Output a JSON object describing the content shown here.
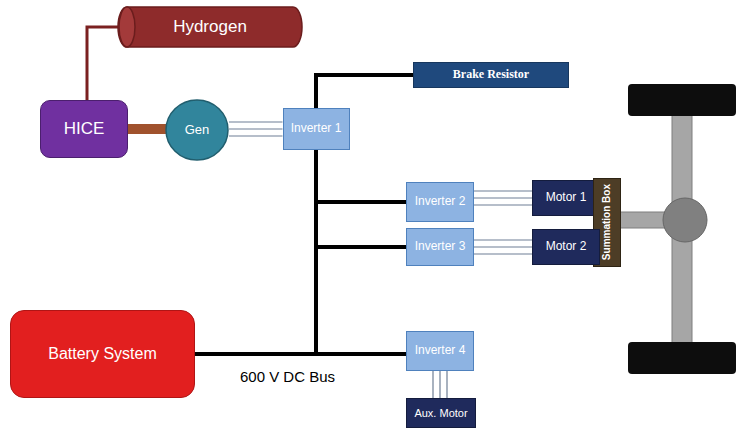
{
  "diagram": {
    "nodes": [
      {
        "text": [
          "Hydrogen"
        ]
      },
      {
        "text": [
          "HICE"
        ]
      },
      {
        "text": [
          "Gen"
        ]
      },
      {
        "text": [
          "Inverter 1"
        ]
      },
      {
        "text": [
          "Brake Resistor"
        ]
      },
      {
        "text": [
          "Inverter 2"
        ]
      },
      {
        "text": [
          "Motor 1"
        ]
      },
      {
        "text": [
          "Summation Box"
        ]
      },
      {
        "text": [
          "Inverter 3"
        ]
      },
      {
        "text": [
          "Motor 2"
        ]
      },
      {
        "text": [
          "Battery System"
        ]
      },
      {
        "text": [
          "Inverter 4"
        ]
      },
      {
        "text": [
          "Aux. Motor"
        ]
      }
    ],
    "edges": [
      {
        "from": 0,
        "to": 1,
        "arrow": "none"
      },
      {
        "from": 1,
        "to": 2,
        "arrow": "none"
      },
      {
        "from": 2,
        "to": 3,
        "arrow": "none"
      },
      {
        "from": 3,
        "to": 4,
        "arrow": "none"
      },
      {
        "from": 10,
        "to": 3,
        "arrow": "none"
      },
      {
        "from": 10,
        "to": 5,
        "arrow": "none"
      },
      {
        "from": 10,
        "to": 8,
        "arrow": "none"
      },
      {
        "from": 10,
        "to": 11,
        "arrow": "none"
      },
      {
        "from": 5,
        "to": 6,
        "arrow": "none"
      },
      {
        "from": 8,
        "to": 9,
        "arrow": "none"
      },
      {
        "from": 11,
        "to": 12,
        "arrow": "none"
      }
    ],
    "labels": [
      "600 V DC Bus"
    ]
  }
}
